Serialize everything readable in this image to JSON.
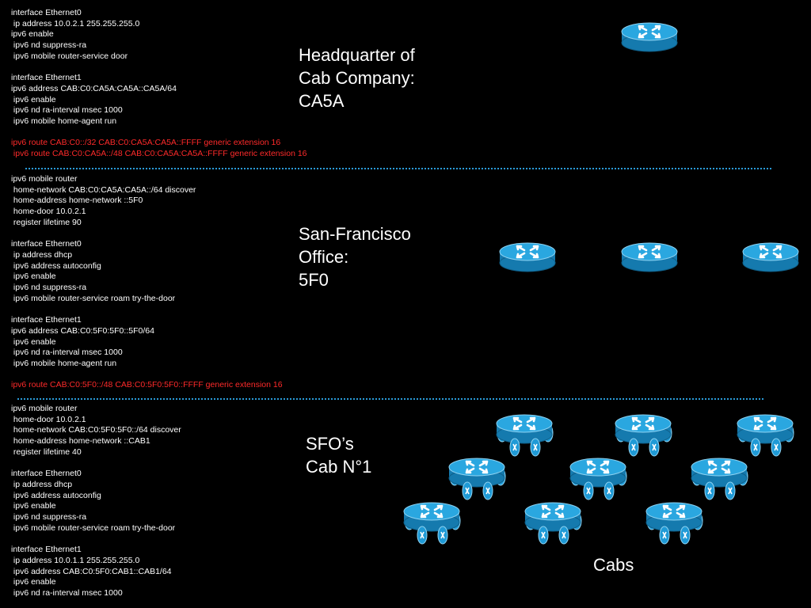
{
  "colors": {
    "background": "#000000",
    "text": "#ffffff",
    "route_text": "#ff2a2a",
    "separator": "#2a9bd8",
    "router_top": "#1f9ad6",
    "router_side": "#157aae"
  },
  "sections": [
    {
      "id": "hq",
      "title": "Headquarter of\nCab Company:\nCA5A",
      "config_lines": [
        {
          "text": "interface Ethernet0"
        },
        {
          "text": " ip address 10.0.2.1 255.255.255.0"
        },
        {
          "text": "ipv6 enable"
        },
        {
          "text": " ipv6 nd suppress-ra"
        },
        {
          "text": " ipv6 mobile router-service door"
        },
        {
          "text": ""
        },
        {
          "text": "interface Ethernet1"
        },
        {
          "text": "ipv6 address CAB:C0:CA5A:CA5A::CA5A/64"
        },
        {
          "text": " ipv6 enable"
        },
        {
          "text": " ipv6 nd ra-interval msec 1000"
        },
        {
          "text": " ipv6 mobile home-agent run"
        },
        {
          "text": ""
        },
        {
          "text": "ipv6 route CAB:C0::/32 CAB:C0:CA5A:CA5A::FFFF generic extension 16",
          "highlight": true
        },
        {
          "text": " ipv6 route CAB:C0:CA5A::/48 CAB:C0:CA5A:CA5A::FFFF generic extension 16",
          "highlight": true
        }
      ]
    },
    {
      "id": "sf",
      "title": "San-Francisco\nOffice:\n5F0",
      "config_lines": [
        {
          "text": "ipv6 mobile router"
        },
        {
          "text": " home-network CAB:C0:CA5A:CA5A::/64 discover"
        },
        {
          "text": " home-address home-network ::5F0"
        },
        {
          "text": " home-door 10.0.2.1"
        },
        {
          "text": " register lifetime 90"
        },
        {
          "text": ""
        },
        {
          "text": "interface Ethernet0"
        },
        {
          "text": " ip address dhcp"
        },
        {
          "text": " ipv6 address autoconfig"
        },
        {
          "text": " ipv6 enable"
        },
        {
          "text": " ipv6 nd suppress-ra"
        },
        {
          "text": " ipv6 mobile router-service roam try-the-door"
        },
        {
          "text": ""
        },
        {
          "text": "interface Ethernet1"
        },
        {
          "text": "ipv6 address CAB:C0:5F0:5F0::5F0/64"
        },
        {
          "text": " ipv6 enable"
        },
        {
          "text": " ipv6 nd ra-interval msec 1000"
        },
        {
          "text": " ipv6 mobile home-agent run"
        },
        {
          "text": ""
        },
        {
          "text": "ipv6 route CAB:C0:5F0::/48 CAB:C0:5F0:5F0::FFFF generic extension 16",
          "highlight": true
        }
      ]
    },
    {
      "id": "cab",
      "title": "SFO’s\nCab N°1",
      "config_lines": [
        {
          "text": "ipv6 mobile router"
        },
        {
          "text": " home-door 10.0.2.1"
        },
        {
          "text": " home-network CAB:C0:5F0:5F0::/64 discover"
        },
        {
          "text": " home-address home-network ::CAB1"
        },
        {
          "text": " register lifetime 40"
        },
        {
          "text": ""
        },
        {
          "text": "interface Ethernet0"
        },
        {
          "text": " ip address dhcp"
        },
        {
          "text": " ipv6 address autoconfig"
        },
        {
          "text": " ipv6 enable"
        },
        {
          "text": " ipv6 nd suppress-ra"
        },
        {
          "text": " ipv6 mobile router-service roam try-the-door"
        },
        {
          "text": ""
        },
        {
          "text": "interface Ethernet1"
        },
        {
          "text": " ip address 10.0.1.1 255.255.255.0"
        },
        {
          "text": " ipv6 address CAB:C0:5F0:CAB1::CAB1/64"
        },
        {
          "text": " ipv6 enable"
        },
        {
          "text": " ipv6 nd ra-interval msec 1000"
        }
      ]
    }
  ],
  "cabs_label": "Cabs",
  "icons": {
    "router": "router-icon",
    "mobile_router": "mobile-router-icon"
  }
}
